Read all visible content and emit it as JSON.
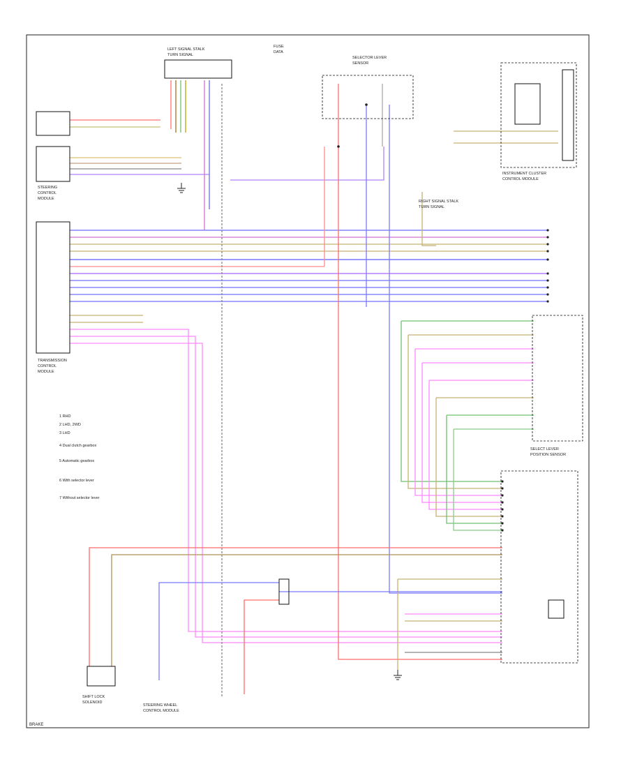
{
  "diagram": {
    "components": {
      "left_turn_signal": [
        "LEFT SIGNAL STALK",
        "TURN SIGNAL"
      ],
      "fuse_top": [
        "FUSE",
        "DATA"
      ],
      "selector_module": [
        "SELECTOR LEVER",
        "SENSOR"
      ],
      "right_turn_signal": [
        "RIGHT SIGNAL STALK",
        "TURN SIGNAL"
      ],
      "steering_control": [
        "STEERING",
        "CONTROL",
        "MODULE"
      ],
      "transmission_control": [
        "TRANSMISSION",
        "CONTROL",
        "MODULE"
      ],
      "select_lever": [
        "SELECT LEVER",
        "POSITION SENSOR"
      ],
      "instrument_cluster": [
        "INSTRUMENT CLUSTER",
        "CONTROL MODULE"
      ],
      "shift_lock": [
        "SHIFT LOCK",
        "SOLENOID"
      ],
      "steering_wheel_module": [
        "STEERING WHEEL",
        "CONTROL MODULE"
      ]
    },
    "legend": [
      "1  RHD",
      "2  LHD, 2WD",
      "3  LHD",
      "4  Dual clutch gearbox",
      "5  Automatic gearbox",
      "6  With selector lever",
      "7  Without selector lever"
    ],
    "footer_code": "BRAKE"
  }
}
